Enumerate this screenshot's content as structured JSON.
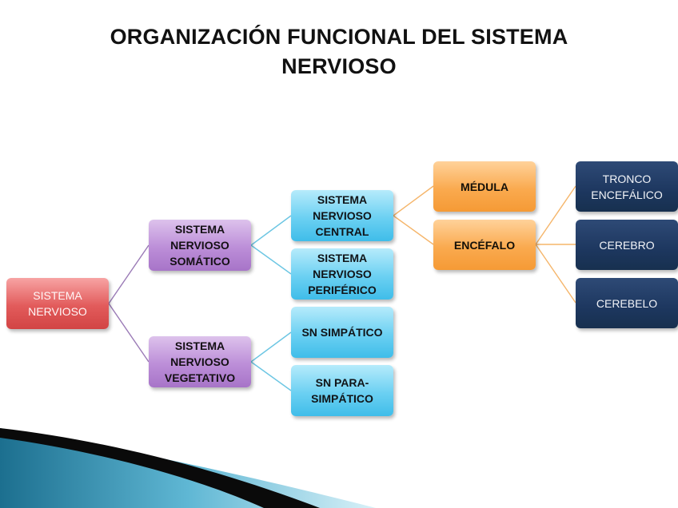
{
  "title": {
    "line1": "ORGANIZACIÓN FUNCIONAL DEL SISTEMA",
    "line2": "NERVIOSO"
  },
  "nodes": {
    "root": "SISTEMA\nNERVIOSO",
    "somatico": "SISTEMA\nNERVIOSO\nSOMÁTICO",
    "vegetativo": "SISTEMA\nNERVIOSO\nVEGETATIVO",
    "central": "SISTEMA\nNERVIOSO\nCENTRAL",
    "periferico": "SISTEMA\nNERVIOSO\nPERIFÉRICO",
    "simpatico": "SN SIMPÁTICO",
    "parasimpatico": "SN PARA-\nSIMPÁTICO",
    "medula": "MÉDULA",
    "encefalo": "ENCÉFALO",
    "tronco": "TRONCO\nENCEFÁLICO",
    "cerebro": "CEREBRO",
    "cerebelo": "CEREBELO"
  },
  "colors": {
    "red": "#e25b5b",
    "purple": "#bc8ed8",
    "cyan": "#6bd0f2",
    "orange": "#faaa4f",
    "navy": "#1d375f",
    "connector_purple": "#9a7ab6",
    "connector_cyan": "#6cc6e3",
    "connector_orange": "#f5b56a"
  }
}
